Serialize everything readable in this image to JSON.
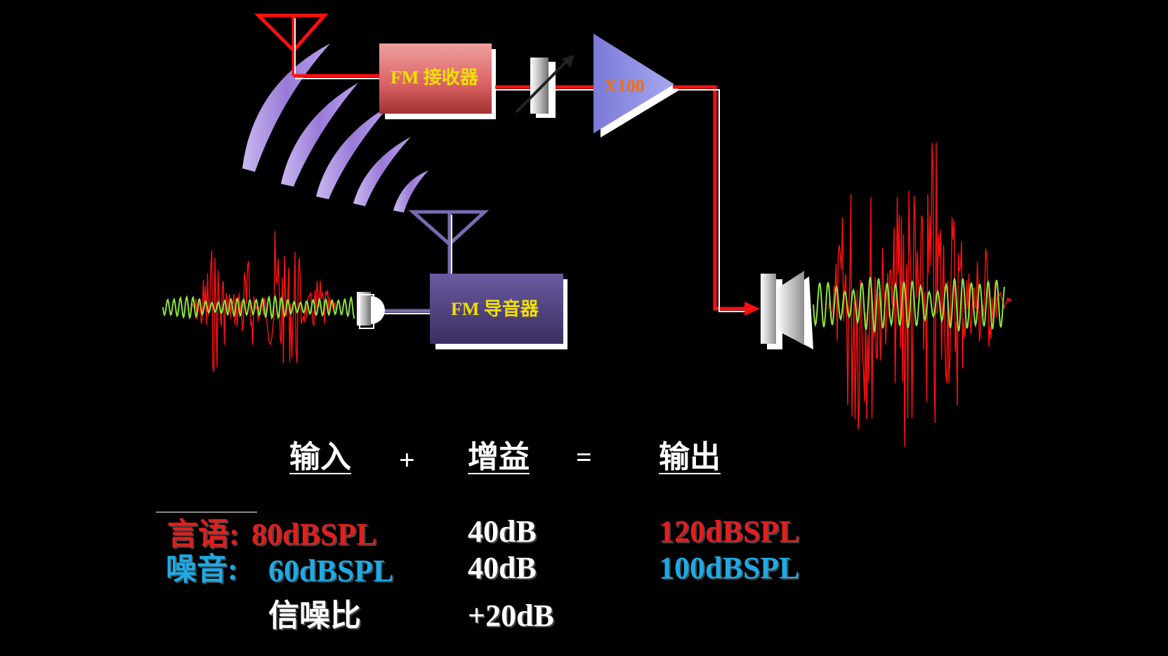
{
  "colors": {
    "background": "#000000",
    "signal_red": "#ff1010",
    "speech_red": "#e31e1e",
    "noise_green": "#8ce63c",
    "noise_blue": "#1eaae6",
    "label_yellow": "#f0e000",
    "amp_label_orange": "#f07010",
    "wave_purple": "#b49be6",
    "receiver_box": "#e07a7a",
    "transmitter_box": "#5a4a8a",
    "amplifier": "#8e8ee6"
  },
  "diagram": {
    "receiver_label": "FM 接收器",
    "amplifier_label": "X100",
    "transmitter_label": "FM 导音器",
    "icons": [
      "receiver-antenna-icon",
      "transmitter-antenna-icon",
      "volume-control-icon",
      "microphone-icon",
      "speaker-icon",
      "radio-waves-icon"
    ]
  },
  "equation": {
    "input": "输入",
    "plus": "+",
    "gain": "增益",
    "equals": "=",
    "output": "输出"
  },
  "rows": {
    "speech": {
      "label": "言语:",
      "input": "80dBSPL",
      "gain": "40dB",
      "output": "120dBSPL"
    },
    "noise": {
      "label": "噪音:",
      "input": "60dBSPL",
      "gain": "40dB",
      "output": "100dBSPL"
    },
    "snr": {
      "label": "信噪比",
      "gain": "+20dB"
    }
  }
}
